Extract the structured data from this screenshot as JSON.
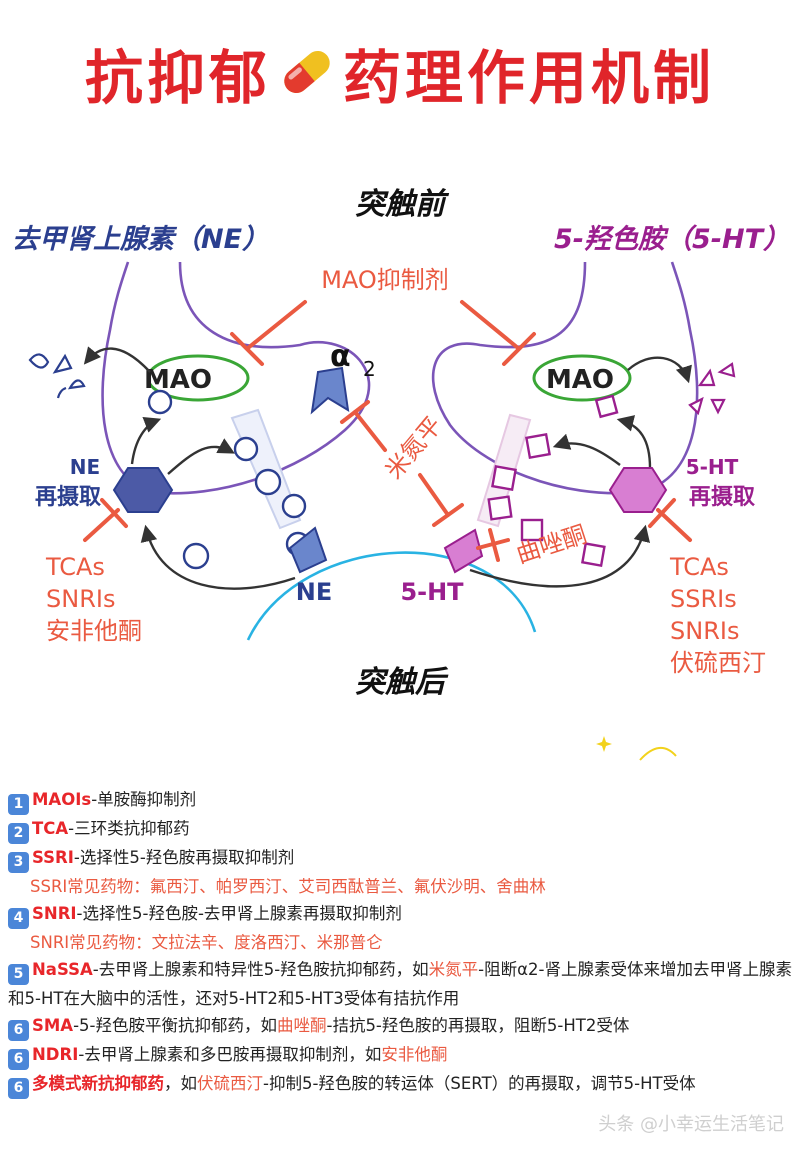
{
  "title_left": "抗抑郁",
  "title_right": "药理作用机制",
  "pill_icon": "pill-icon",
  "diagram": {
    "pre_synaptic": "突触前",
    "post_synaptic": "突触后",
    "ne_title": "去甲肾上腺素（NE）",
    "ht_title": "5-羟色胺（5-HT）",
    "mao_inhibitor": "MAO抑制剂",
    "mao": "MAO",
    "alpha_symbol": "α",
    "alpha_sub": "2",
    "mirtazapine": "米氮平",
    "trazodone": "曲唑酮",
    "ne_reuptake_1": "NE",
    "ne_reuptake_2": "再摄取",
    "ht_reuptake_1": "5-HT",
    "ht_reuptake_2": "再摄取",
    "ne_label": "NE",
    "ht_label": "5-HT",
    "left_drugs": [
      "TCAs",
      "SNRIs",
      "安非他酮"
    ],
    "right_drugs": [
      "TCAs",
      "SSRIs",
      "SNRIs",
      "伏硫西汀"
    ],
    "colors": {
      "ne": "#2b3f8f",
      "ht": "#9a1f8e",
      "drug": "#ea5a41",
      "title": "#e0252a",
      "membrane": "#7b55b8",
      "cleft": "#29b3e3",
      "mao_ring": "#3aa636"
    }
  },
  "legend": {
    "l1": {
      "num": "1",
      "abbr": "MAOIs",
      "text": "-单胺酶抑制剂"
    },
    "l2": {
      "num": "2",
      "abbr": "TCA",
      "text": "-三环类抗抑郁药"
    },
    "l3": {
      "num": "3",
      "abbr": "SSRI",
      "text": "-选择性5-羟色胺再摄取抑制剂",
      "sub": "SSRI常见药物：氟西汀、帕罗西汀、艾司西酞普兰、氟伏沙明、舍曲林"
    },
    "l4": {
      "num": "4",
      "abbr": "SNRI",
      "text": "-选择性5-羟色胺-去甲肾上腺素再摄取抑制剂",
      "sub": "SNRI常见药物：文拉法辛、度洛西汀、米那普仑"
    },
    "l5": {
      "num": "5",
      "abbr": "NaSSA",
      "text1": "-去甲肾上腺素和特异性5-羟色胺抗抑郁药，如",
      "drug": "米氮平",
      "text2": "-阻断α2-肾上腺素受体来增加去甲肾上腺素和5-HT在大脑中的活性，还对5-HT2和5-HT3受体有拮抗作用"
    },
    "l6": {
      "num": "6",
      "abbr": "SMA",
      "text1": "-5-羟色胺平衡抗抑郁药，如",
      "drug": "曲唑酮",
      "text2": "-拮抗5-羟色胺的再摄取，阻断5-HT2受体"
    },
    "l7": {
      "num": "6",
      "abbr": "NDRI",
      "text1": "-去甲肾上腺素和多巴胺再摄取抑制剂，如",
      "drug": "安非他酮"
    },
    "l8": {
      "num": "6",
      "abbr": "多模式新抗抑郁药",
      "text1": "，如",
      "drug": "伏硫西汀",
      "text2": "-抑制5-羟色胺的转运体（SERT）的再摄取，调节5-HT受体"
    }
  },
  "watermark": "头条 @小幸运生活笔记"
}
